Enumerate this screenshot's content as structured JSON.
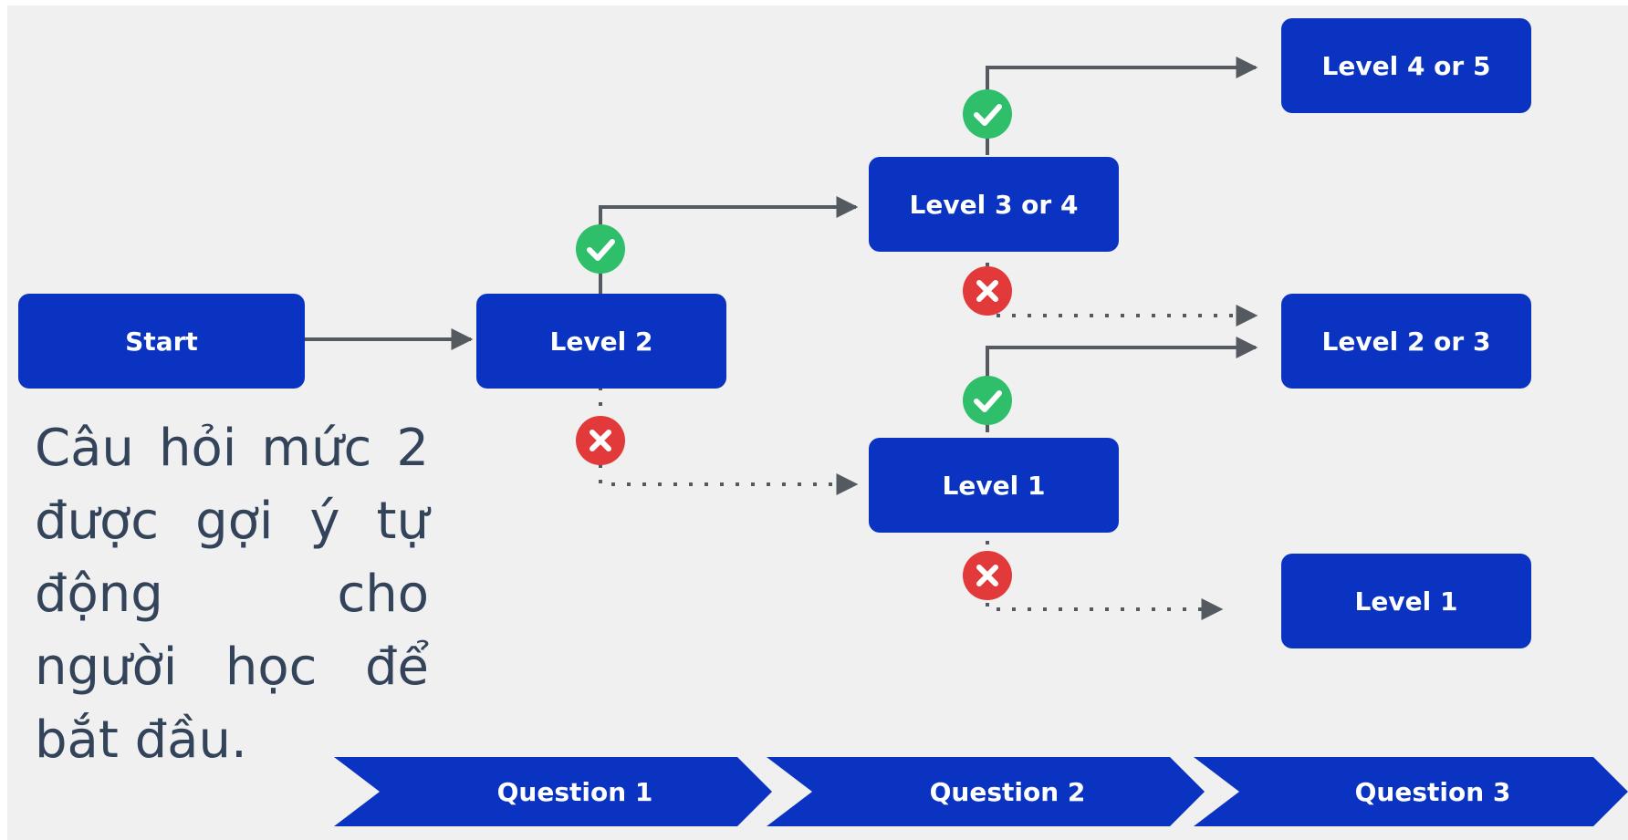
{
  "nodes": {
    "start": "Start",
    "level2": "Level 2",
    "level3or4": "Level 3 or 4",
    "level1_mid": "Level 1",
    "level4or5": "Level 4 or 5",
    "level2or3": "Level 2 or 3",
    "level1_end": "Level 1"
  },
  "caption": "Câu hỏi mức 2 được gợi ý tự động cho người học để bắt đầu.",
  "stages": [
    "Question 1",
    "Question 2",
    "Question 3"
  ],
  "colors": {
    "background": "#f0f0f0",
    "node": "#0a33c2",
    "node_text": "#ffffff",
    "arrow": "#555a60",
    "correct": "#2fbf6b",
    "wrong": "#e23a3a",
    "caption_text": "#33435a"
  },
  "legend_icons": {
    "correct": "check-circle-icon",
    "wrong": "x-circle-icon"
  }
}
